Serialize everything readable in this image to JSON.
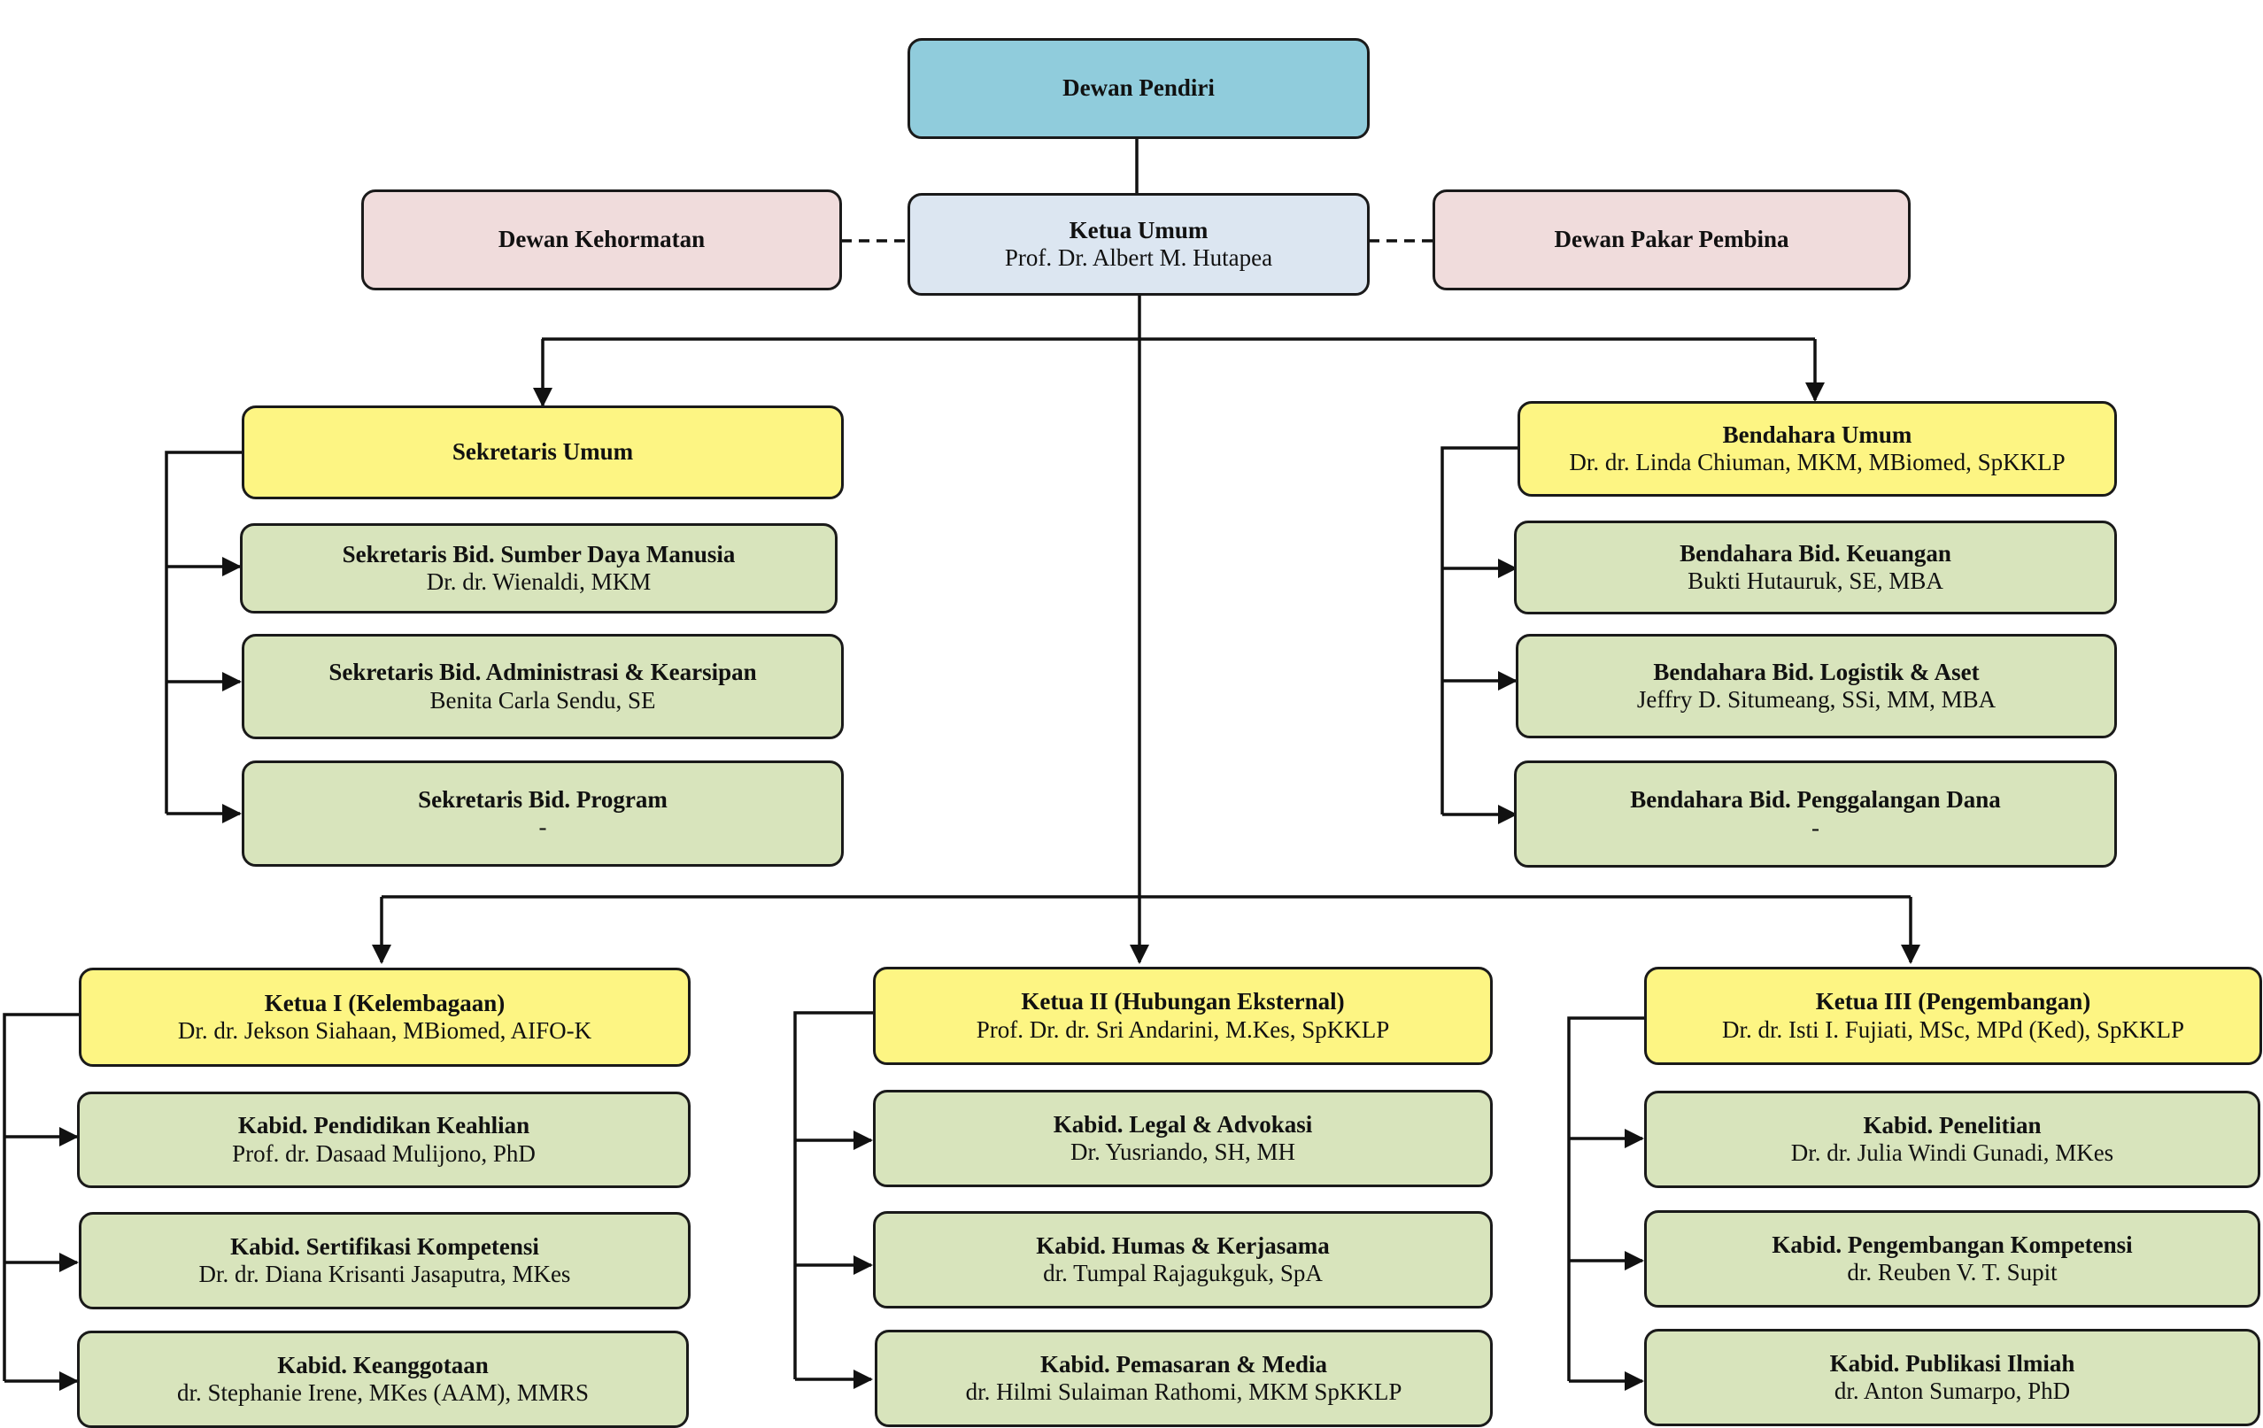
{
  "colors": {
    "founder": "#90ccdc",
    "chairman": "#dce6f1",
    "council": "#f0dcdc",
    "head": "#fdf583",
    "division": "#d8e4bc",
    "line": "#111111"
  },
  "chart": {
    "dewan_pendiri": {
      "title": "Dewan Pendiri"
    },
    "dewan_kehormatan": {
      "title": "Dewan Kehormatan"
    },
    "ketua_umum": {
      "title": "Ketua Umum",
      "name": "Prof. Dr. Albert M. Hutapea"
    },
    "dewan_pakar": {
      "title": "Dewan Pakar Pembina"
    },
    "sekretaris": {
      "head": {
        "title": "Sekretaris Umum",
        "name": ""
      },
      "items": [
        {
          "title": "Sekretaris Bid. Sumber Daya Manusia",
          "name": "Dr. dr. Wienaldi, MKM"
        },
        {
          "title": "Sekretaris Bid. Administrasi & Kearsipan",
          "name": "Benita Carla Sendu, SE"
        },
        {
          "title": "Sekretaris Bid. Program",
          "name": "-"
        }
      ]
    },
    "bendahara": {
      "head": {
        "title": "Bendahara Umum",
        "name": "Dr. dr. Linda Chiuman, MKM, MBiomed, SpKKLP"
      },
      "items": [
        {
          "title": "Bendahara Bid. Keuangan",
          "name": "Bukti Hutauruk, SE, MBA"
        },
        {
          "title": "Bendahara Bid. Logistik & Aset",
          "name": "Jeffry D. Situmeang, SSi, MM, MBA"
        },
        {
          "title": "Bendahara Bid. Penggalangan Dana",
          "name": "-"
        }
      ]
    },
    "ketua1": {
      "head": {
        "title": "Ketua I (Kelembagaan)",
        "name": "Dr. dr. Jekson Siahaan, MBiomed, AIFO-K"
      },
      "items": [
        {
          "title": "Kabid. Pendidikan Keahlian",
          "name": "Prof. dr. Dasaad Mulijono, PhD"
        },
        {
          "title": "Kabid. Sertifikasi Kompetensi",
          "name": "Dr. dr. Diana Krisanti Jasaputra, MKes"
        },
        {
          "title": "Kabid. Keanggotaan",
          "name": "dr. Stephanie Irene, MKes (AAM), MMRS"
        }
      ]
    },
    "ketua2": {
      "head": {
        "title": "Ketua II  (Hubungan Eksternal)",
        "name": "Prof. Dr. dr. Sri Andarini, M.Kes, SpKKLP"
      },
      "items": [
        {
          "title": "Kabid. Legal & Advokasi",
          "name": "Dr. Yusriando, SH, MH"
        },
        {
          "title": "Kabid. Humas & Kerjasama",
          "name": "dr. Tumpal Rajagukguk, SpA"
        },
        {
          "title": "Kabid. Pemasaran & Media",
          "name": "dr. Hilmi Sulaiman Rathomi, MKM SpKKLP"
        }
      ]
    },
    "ketua3": {
      "head": {
        "title": "Ketua III (Pengembangan)",
        "name": "Dr. dr. Isti I. Fujiati, MSc, MPd (Ked), SpKKLP"
      },
      "items": [
        {
          "title": "Kabid. Penelitian",
          "name": "Dr. dr. Julia Windi Gunadi, MKes"
        },
        {
          "title": "Kabid. Pengembangan Kompetensi",
          "name": "dr. Reuben V. T. Supit"
        },
        {
          "title": "Kabid. Publikasi Ilmiah",
          "name": "dr. Anton Sumarpo, PhD"
        }
      ]
    }
  }
}
